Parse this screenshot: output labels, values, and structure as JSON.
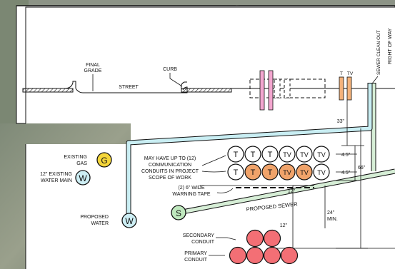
{
  "labels": {
    "final_grade": [
      "FINAL",
      "GRADE"
    ],
    "curb": "CURB",
    "street": "STREET",
    "right_of_way": "RIGHT OF WAY",
    "sewer_clean_out": "SEWER CLEAN OUT",
    "t": "T",
    "tv": "TV",
    "existing_gas": [
      "EXISTING",
      "GAS"
    ],
    "existing_water": [
      "12\" EXISTING",
      "WATER MAIN"
    ],
    "proposed_water": [
      "PROPOSED",
      "WATER"
    ],
    "conduit_note": [
      "MAY HAVE UP TO (12)",
      "COMMUNICATION",
      "CONDUITS IN PROJECT",
      "SCOPE OF WORK"
    ],
    "warning_tape": [
      "(2) 6\" WIDE",
      "WARNING TAPE"
    ],
    "proposed_sewer": "PROPOSED SEWER",
    "secondary_conduit": [
      "SECONDARY",
      "CONDUIT"
    ],
    "primary_conduit": [
      "PRIMARY",
      "CONDUIT"
    ]
  },
  "symbols": {
    "gas": "G",
    "water": "W",
    "sewer": "S"
  },
  "conduit_rows": {
    "top": [
      "T",
      "T",
      "T",
      "TV",
      "TV",
      "TV"
    ],
    "bottom": [
      "T",
      "T",
      "T",
      "TV",
      "TV",
      "TV"
    ]
  },
  "dimensions": {
    "d33": "33\"",
    "d45a": "4.5\"",
    "d45b": "4.5\"",
    "d66": "66\"",
    "d12a": "12\"",
    "d24": "24\"",
    "d24b": "MIN.",
    "d12b": "12\""
  },
  "colors": {
    "water_fill": "#c9eef3",
    "sewer_fill": "#d6eed6",
    "gas_fill": "#f5d63a",
    "water_symbol": "#cdeef4",
    "sewer_symbol": "#bfe8be",
    "comm_orange": "#f0a36a",
    "power_red": "#f36f75",
    "pink_pole": "#f3a6cf",
    "tan_pole": "#f4b27b"
  }
}
